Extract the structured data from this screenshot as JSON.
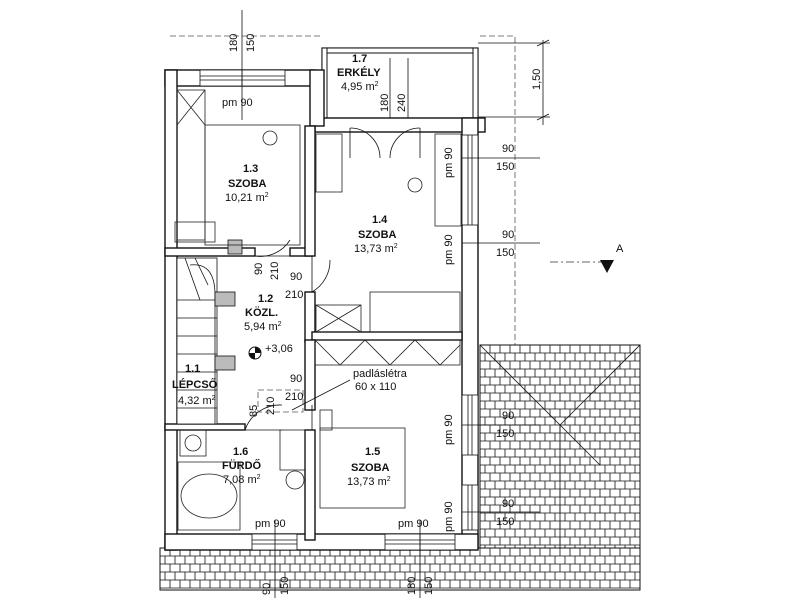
{
  "rooms": {
    "r11": {
      "num": "1.1",
      "name": "LÉPCSŐ",
      "area": "4,32 m",
      "unit_sup": "2"
    },
    "r12": {
      "num": "1.2",
      "name": "KÖZL.",
      "area": "5,94 m",
      "unit_sup": "2"
    },
    "r13": {
      "num": "1.3",
      "name": "SZOBA",
      "area": "10,21 m",
      "unit_sup": "2"
    },
    "r14": {
      "num": "1.4",
      "name": "SZOBA",
      "area": "13,73 m",
      "unit_sup": "2"
    },
    "r15": {
      "num": "1.5",
      "name": "SZOBA",
      "area": "13,73 m",
      "unit_sup": "2"
    },
    "r16": {
      "num": "1.6",
      "name": "FÜRDŐ",
      "area": "7,08 m",
      "unit_sup": "2"
    },
    "r17": {
      "num": "1.7",
      "name": "ERKÉLY",
      "area": "4,95 m",
      "unit_sup": "2"
    }
  },
  "level": "+3,06",
  "attic": {
    "label": "padláslétra",
    "size": "60 x 110"
  },
  "section": {
    "label": "A"
  },
  "dims": {
    "top_180": "180",
    "top_150": "150",
    "balc_180": "180",
    "balc_240": "240",
    "right_150": "1,50",
    "sill_r13": "pm 90",
    "sill_r14a": "pm 90",
    "sill_r14b": "pm 90",
    "sill_r15a": "pm 90",
    "sill_r15b": "pm 90",
    "sill_r15c": "pm 90",
    "sill_r16": "pm 90",
    "w1_90": "90",
    "w1_150": "150",
    "w2_90": "90",
    "w2_150": "150",
    "w3_90": "90",
    "w3_150": "150",
    "w4_90": "90",
    "w4_150": "150",
    "d13_90": "90",
    "d13_210": "210",
    "d14_90": "90",
    "d14_210": "210",
    "d16_90": "90",
    "d16_210": "210",
    "d16_85": "85",
    "b1_90": "90",
    "b1_150": "150",
    "b2_180": "180",
    "b2_150": "150"
  }
}
